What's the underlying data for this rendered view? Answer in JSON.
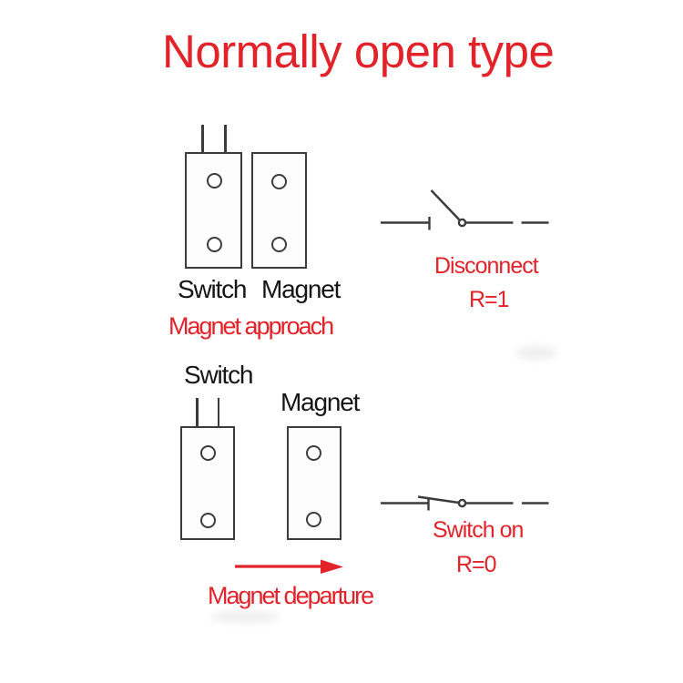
{
  "title": "Normally open type",
  "colors": {
    "accent_red": "#e2232a",
    "line_gray": "#3c3c3e",
    "text_black": "#161616",
    "background": "#ffffff"
  },
  "top_section": {
    "switch_label": "Switch",
    "magnet_label": "Magnet",
    "caption": "Magnet approach",
    "circuit_state": "open",
    "result_label": "Disconnect",
    "result_value": "R=1"
  },
  "bottom_section": {
    "switch_label": "Switch",
    "magnet_label": "Magnet",
    "caption": "Magnet departure",
    "circuit_state": "closed",
    "result_label": "Switch on",
    "result_value": "R=0"
  }
}
